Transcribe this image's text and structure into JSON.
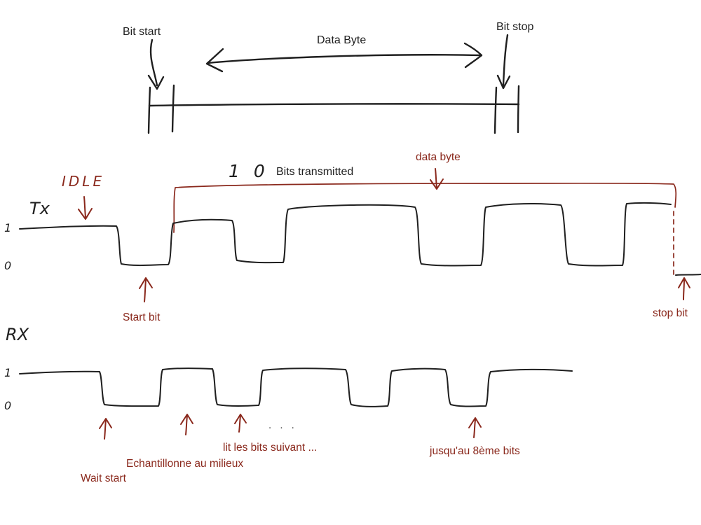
{
  "colors": {
    "ink": "#1f1f1f",
    "accent": "#8a281c"
  },
  "top": {
    "bit_start": "Bit start",
    "data_byte": "Data Byte",
    "bit_stop": "Bit stop"
  },
  "tx": {
    "idle": "IDLE",
    "signal": "Tx",
    "level_one": "1",
    "level_zero": "0",
    "bits_count": "1 0",
    "bits_transmitted": "Bits transmitted",
    "data_byte": "data byte",
    "start_bit": "Start bit",
    "stop_bit": "stop bit"
  },
  "rx": {
    "signal": "RX",
    "level_one": "1",
    "level_zero": "0",
    "wait_start": "Wait start",
    "sample_middle": "Echantillonne au milieux",
    "read_following": "lit les bits suivant ...",
    "ellipsis": ". . .",
    "until_eighth": "jusqu'au 8ème bits"
  }
}
